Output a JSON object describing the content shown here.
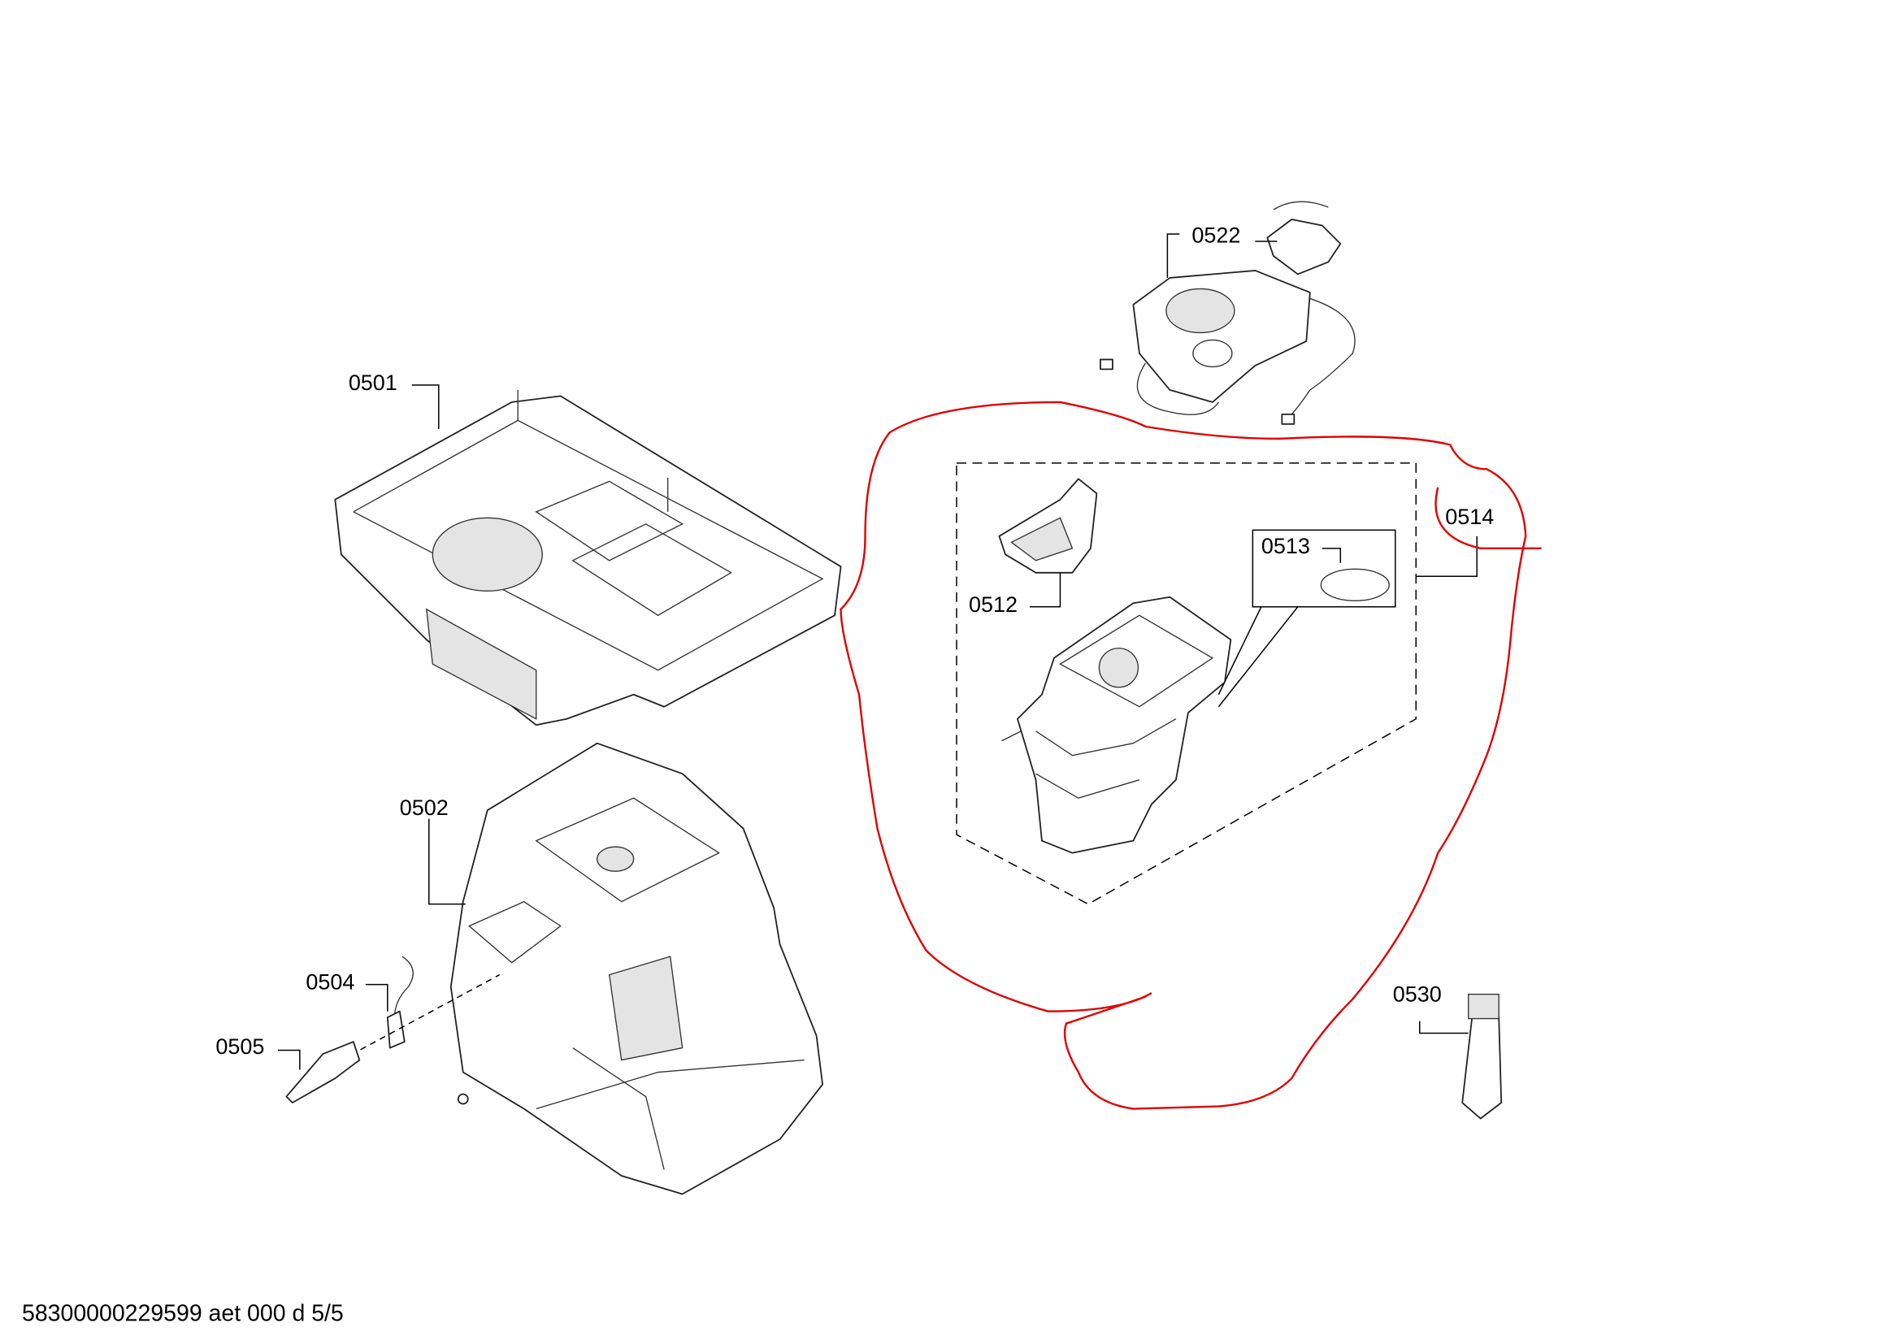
{
  "diagram": {
    "parts": [
      {
        "id": "0501"
      },
      {
        "id": "0502"
      },
      {
        "id": "0504"
      },
      {
        "id": "0505"
      },
      {
        "id": "0512"
      },
      {
        "id": "0513"
      },
      {
        "id": "0514"
      },
      {
        "id": "0522"
      },
      {
        "id": "0530"
      }
    ],
    "annotation_color": "#e00000",
    "footer": "58300000229599 aet 000 d 5/5"
  }
}
